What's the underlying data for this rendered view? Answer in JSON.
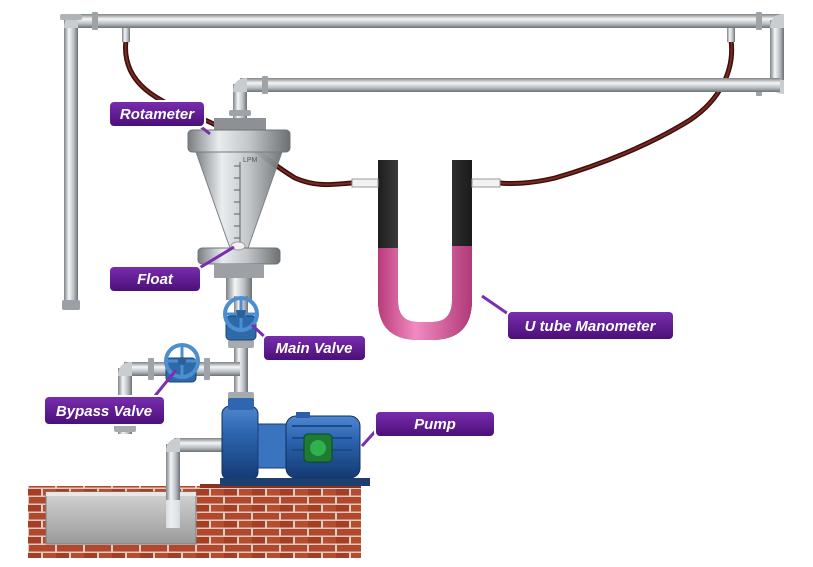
{
  "labels": {
    "rotameter": "Rotameter",
    "float": "Float",
    "main_valve": "Main Valve",
    "bypass_valve": "Bypass Valve",
    "pump": "Pump",
    "u_tube_manometer": "U tube Manometer",
    "lpm": "LPM"
  },
  "colors": {
    "callout_fill": "#5a1289",
    "callout_border": "#ffffff",
    "pipe": "#b9bec3",
    "hose": "#5a1c16",
    "valve": "#3a78b4",
    "pump_body": "#2358a0",
    "manometer_fluid": "#e0589c",
    "brick": "#b2452a",
    "tank_water": "#b8b8b8"
  },
  "icons": {
    "valve_wheel": "valve-handwheel-icon",
    "motor_terminal": "motor-terminal-box-icon"
  }
}
